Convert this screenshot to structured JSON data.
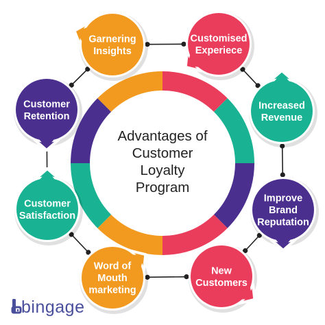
{
  "center": {
    "lines": [
      "Advantages of",
      "Customer",
      "Loyalty",
      "Program"
    ]
  },
  "benefits": [
    {
      "lines": [
        "Garnering",
        "Insights"
      ],
      "color": "#f29a1f"
    },
    {
      "lines": [
        "Customised",
        "Experiece"
      ],
      "color": "#ea3c5b"
    },
    {
      "lines": [
        "Increased",
        "Revenue"
      ],
      "color": "#19b394"
    },
    {
      "lines": [
        "Improve",
        "Brand",
        "Reputation"
      ],
      "color": "#4b2f8f"
    },
    {
      "lines": [
        "New",
        "Customers"
      ],
      "color": "#ea3c5b"
    },
    {
      "lines": [
        "Word of",
        "Mouth",
        "marketing"
      ],
      "color": "#f29a1f"
    },
    {
      "lines": [
        "Customer",
        "Satisfaction"
      ],
      "color": "#19b394"
    },
    {
      "lines": [
        "Customer",
        "Retention"
      ],
      "color": "#4b2f8f"
    }
  ],
  "ring_colors": [
    "#ea3c5b",
    "#19b394",
    "#4b2f8f",
    "#ea3c5b",
    "#f29a1f",
    "#19b394",
    "#4b2f8f",
    "#f29a1f"
  ],
  "brand": {
    "name": "bingage",
    "color": "#4a4f9c"
  },
  "connector_color": "#222222"
}
